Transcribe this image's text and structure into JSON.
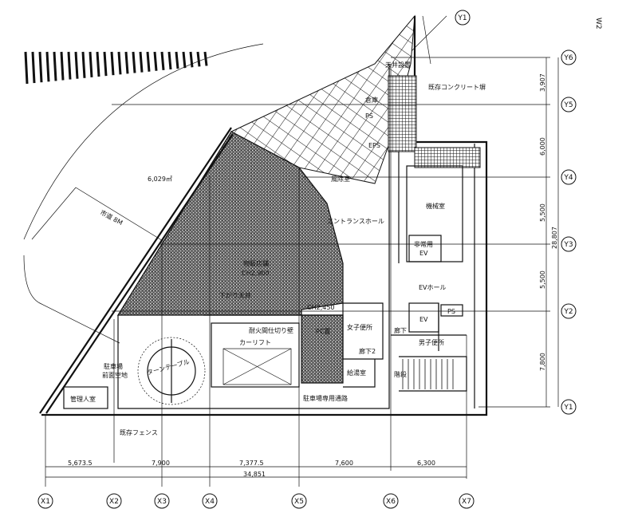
{
  "plan": {
    "site_area": "6,029㎡",
    "road": "市道 8M",
    "rooms": {
      "retail": "物販店舗",
      "retail_ch": "CH2,900",
      "dropped_ceiling": "下がり天井",
      "ch2": "CH2,450",
      "fire_wall": "耐火間仕切り壁",
      "car_lift": "カーリフト",
      "parking_front": "駐車場",
      "parking_front2": "前面空地",
      "turntable": "ターンテーブル",
      "manager": "管理人室",
      "fence": "既存フェンス",
      "parking_path": "駐車場専用通路",
      "pc": "PC置",
      "women_wc": "女子便所",
      "corridor2": "廊下2",
      "kitchenette": "給湯室",
      "corridor": "廊下",
      "men_wc": "男子便所",
      "stairs": "階段",
      "ev": "EV",
      "ps": "PS",
      "ps2": "PS",
      "eps": "EPS",
      "ev_hall": "EVホール",
      "emergency_ev": "非常用",
      "emergency_ev2": "EV",
      "machine": "機械室",
      "entrance": "エントランスホール",
      "windbreak": "風除室",
      "concrete_wall": "既存コンクリート塀",
      "storage": "倉庫",
      "ceiling_top": "天井設置"
    },
    "dims_x": [
      "5,673.5",
      "7,900",
      "7,377.5",
      "7,600",
      "6,300"
    ],
    "dims_x_total": "34,851",
    "dims_y": [
      "3,907",
      "6,000",
      "5,500",
      "5,500",
      "7,800"
    ],
    "dims_y_total": "28,807",
    "grid_x": [
      "X1",
      "X2",
      "X3",
      "X4",
      "X5",
      "X6",
      "X7"
    ],
    "grid_y": [
      "Y6",
      "Y5",
      "Y4",
      "Y3",
      "Y2",
      "Y1"
    ],
    "grid_top": "Y1",
    "grid_w": "W2"
  }
}
